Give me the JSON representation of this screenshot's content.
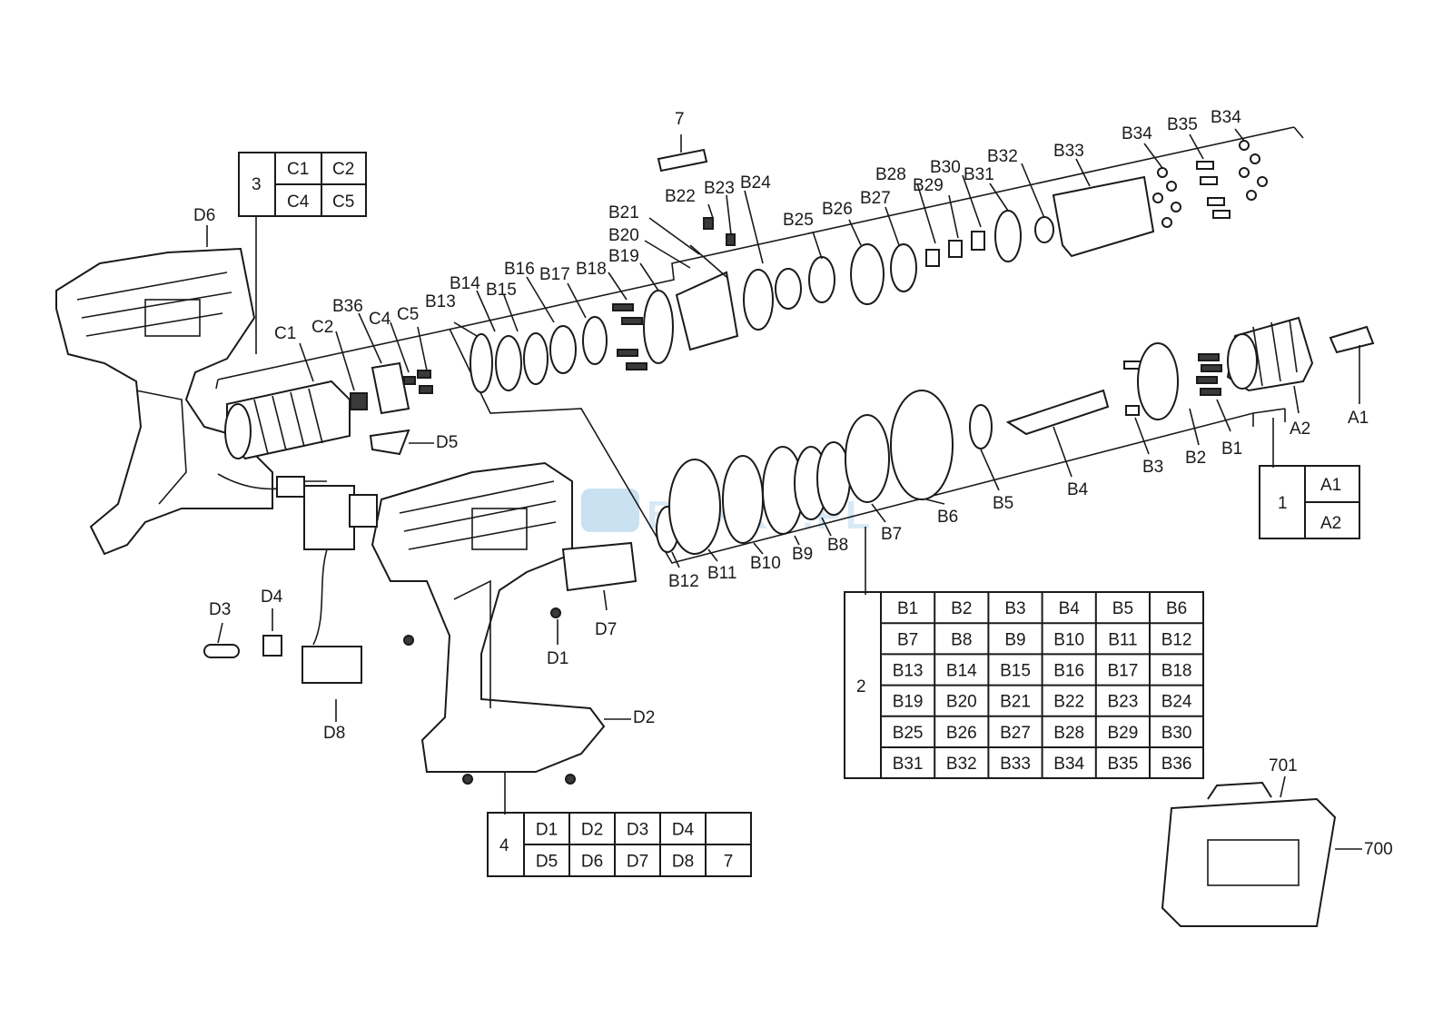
{
  "labels": {
    "A1": "A1",
    "A2": "A2",
    "B1": "B1",
    "B2": "B2",
    "B3": "B3",
    "B4": "B4",
    "B5": "B5",
    "B6": "B6",
    "B7": "B7",
    "B8": "B8",
    "B9": "B9",
    "B10": "B10",
    "B11": "B11",
    "B12": "B12",
    "B13": "B13",
    "B14": "B14",
    "B15": "B15",
    "B16": "B16",
    "B17": "B17",
    "B18": "B18",
    "B19": "B19",
    "B20": "B20",
    "B21": "B21",
    "B22": "B22",
    "B23": "B23",
    "B24": "B24",
    "B25": "B25",
    "B26": "B26",
    "B27": "B27",
    "B28": "B28",
    "B29": "B29",
    "B30": "B30",
    "B31": "B31",
    "B32": "B32",
    "B33": "B33",
    "B34a": "B34",
    "B34b": "B34",
    "B35": "B35",
    "B36": "B36",
    "C1": "C1",
    "C2": "C2",
    "C4": "C4",
    "C5": "C5",
    "D1": "D1",
    "D2": "D2",
    "D3": "D3",
    "D4": "D4",
    "D5": "D5",
    "D6": "D6",
    "D7": "D7",
    "D8": "D8",
    "p7": "7",
    "p700": "700",
    "p701": "701"
  },
  "group1": {
    "number": "1",
    "cells": [
      "A1",
      "A2"
    ]
  },
  "group2": {
    "number": "2",
    "cells": [
      [
        "B1",
        "B2",
        "B3",
        "B4",
        "B5",
        "B6"
      ],
      [
        "B7",
        "B8",
        "B9",
        "B10",
        "B11",
        "B12"
      ],
      [
        "B13",
        "B14",
        "B15",
        "B16",
        "B17",
        "B18"
      ],
      [
        "B19",
        "B20",
        "B21",
        "B22",
        "B23",
        "B24"
      ],
      [
        "B25",
        "B26",
        "B27",
        "B28",
        "B29",
        "B30"
      ],
      [
        "B31",
        "B32",
        "B33",
        "B34",
        "B35",
        "B36"
      ]
    ]
  },
  "group3": {
    "number": "3",
    "cells": [
      [
        "C1",
        "C2"
      ],
      [
        "C4",
        "C5"
      ]
    ]
  },
  "group4": {
    "number": "4",
    "cells": [
      [
        "D1",
        "D2",
        "D3",
        "D4",
        ""
      ],
      [
        "D5",
        "D6",
        "D7",
        "D8",
        "7"
      ]
    ]
  },
  "watermark": {
    "text": "BHXKU.PL",
    "color": "#9ec9e6"
  }
}
